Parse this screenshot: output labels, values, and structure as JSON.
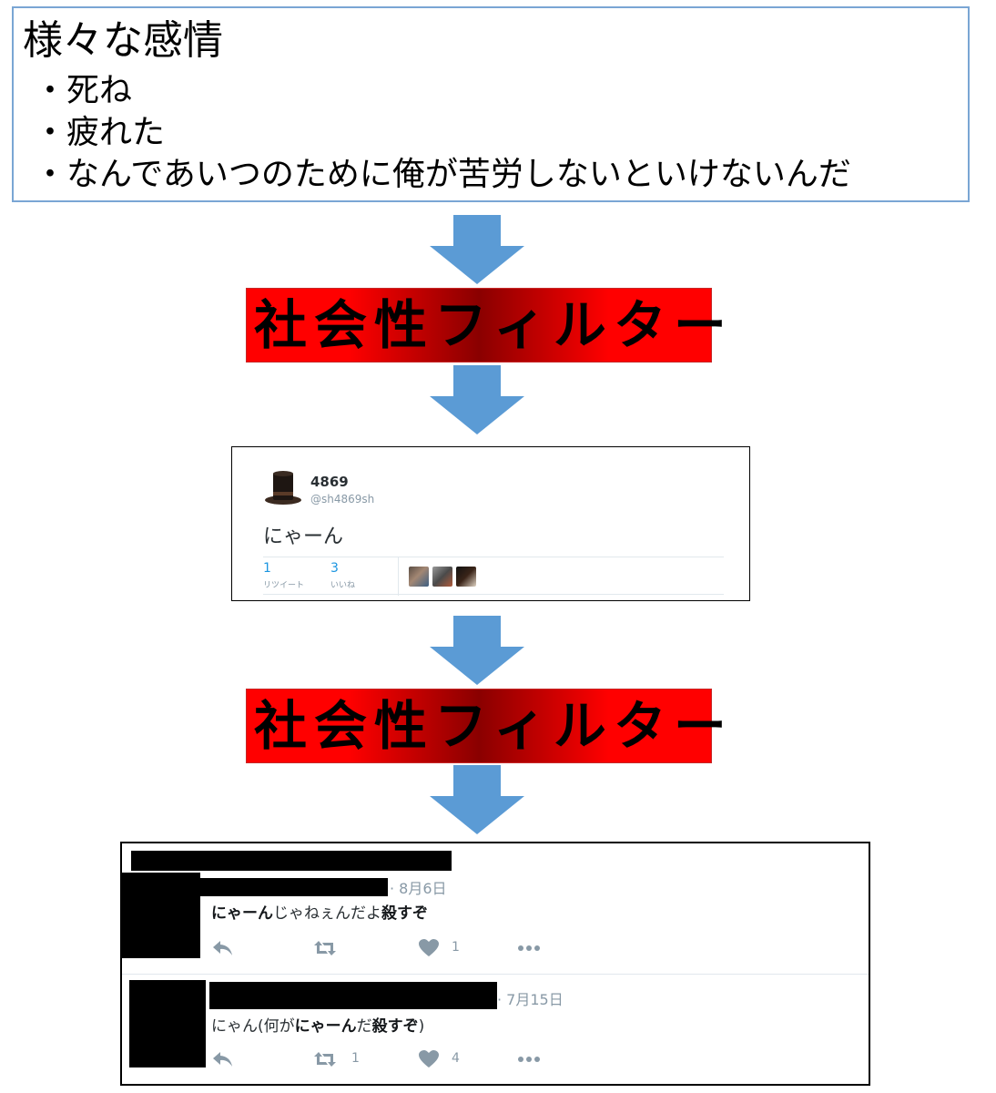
{
  "emotions": {
    "title": "様々な感情",
    "items": [
      "・死ね",
      "・疲れた",
      "・なんであいつのために俺が苦労しないといけないんだ"
    ]
  },
  "filter": {
    "label": "社会性フィルター"
  },
  "tweet": {
    "name": "4869",
    "handle": "@sh4869sh",
    "text": "にゃーん",
    "retweets": "1",
    "retweets_label": "リツイート",
    "likes": "3",
    "likes_label": "いいね"
  },
  "replies": [
    {
      "date": "· 8月6日",
      "text_parts": [
        {
          "text": "にゃーん",
          "bold": true
        },
        {
          "text": "じゃねぇんだよ",
          "bold": false
        },
        {
          "text": "殺すぞ",
          "bold": true
        }
      ],
      "retweet_count": "",
      "like_count": "1"
    },
    {
      "date": "· 7月15日",
      "text_parts": [
        {
          "text": "にゃん(何が",
          "bold": false
        },
        {
          "text": "にゃーん",
          "bold": true
        },
        {
          "text": "だ",
          "bold": false
        },
        {
          "text": "殺すぞ",
          "bold": true
        },
        {
          "text": ")",
          "bold": false
        }
      ],
      "retweet_count": "1",
      "like_count": "4"
    }
  ],
  "colors": {
    "arrow": "#5b9bd5",
    "filter_red": "#ff0000",
    "filter_dark": "#8a0000",
    "box_border": "#7aa6d4",
    "twitter_blue": "#1b95e0",
    "muted": "#8899a6"
  },
  "icons": [
    "down-arrow-icon",
    "reply-icon",
    "retweet-icon",
    "heart-icon",
    "more-icon",
    "top-hat-avatar"
  ]
}
